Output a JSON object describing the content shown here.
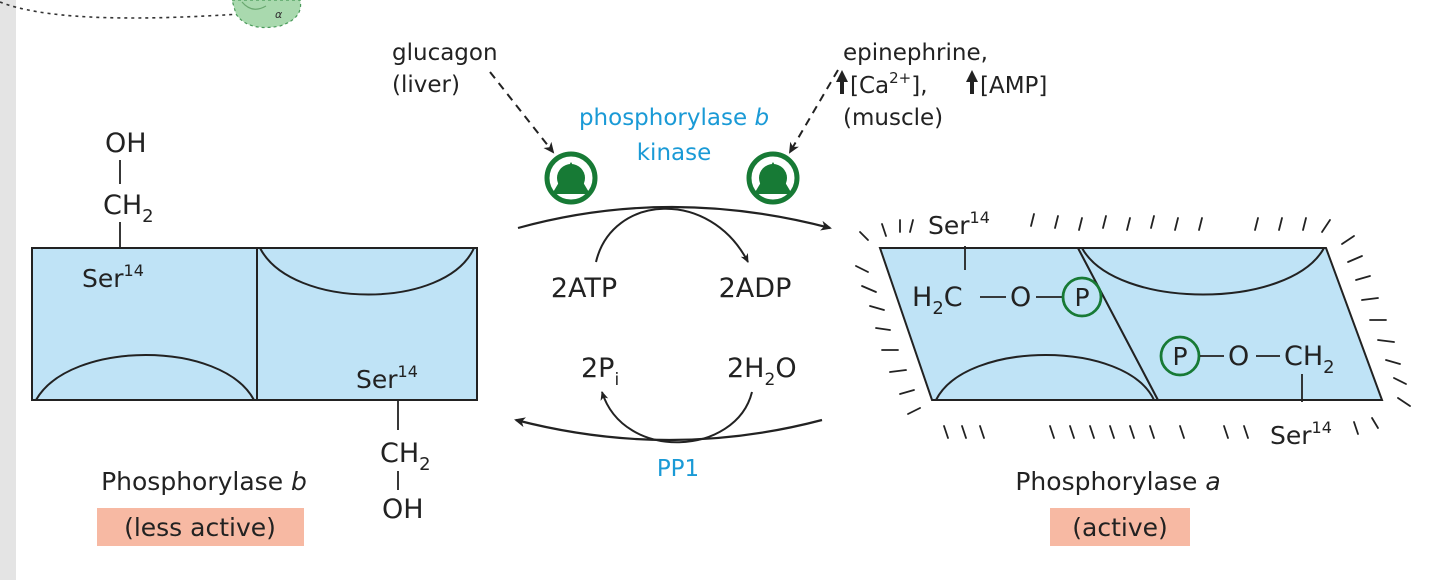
{
  "colors": {
    "subunit_fill": "#bfe3f6",
    "enzyme_label": "#1a9ad6",
    "kinase_green": "#177a35",
    "highlight": "#f7b9a3",
    "margin_strip": "#e4e4e4"
  },
  "activators": {
    "glucagon_line1": "glucagon",
    "glucagon_line2": "(liver)",
    "epi_line1": "epinephrine,",
    "epi_ca": "[Ca",
    "epi_ca_sup": "2+",
    "epi_ca_close": "],",
    "epi_amp": "[AMP]",
    "epi_line3": "(muscle)"
  },
  "kinase": {
    "name_line1": "phosphorylase",
    "name_italic": "b",
    "name_line2": "kinase"
  },
  "reactions": {
    "atp": "2ATP",
    "adp": "2ADP",
    "pi_main": "2P",
    "pi_sub": "i",
    "water_a": "2H",
    "water_sub": "2",
    "water_b": "O",
    "phosphatase": "PP1"
  },
  "left_enzyme": {
    "oh_top": "OH",
    "ch_top": "CH",
    "ch_top_sub": "2",
    "ser_top": "Ser",
    "ser_top_sup": "14",
    "ser_bottom": "Ser",
    "ser_bottom_sup": "14",
    "ch_bottom": "CH",
    "ch_bottom_sub": "2",
    "oh_bottom": "OH",
    "name": "Phosphorylase",
    "name_italic": "b",
    "activity": "(less active)"
  },
  "right_enzyme": {
    "ser_top": "Ser",
    "ser_top_sup": "14",
    "h2c_h": "H",
    "h2c_sub": "2",
    "h2c_c": "C",
    "o_top": "O",
    "p_top": "P",
    "p_bottom": "P",
    "o_bottom": "O",
    "ch_bottom": "CH",
    "ch_bottom_sub": "2",
    "ser_bottom": "Ser",
    "ser_bottom_sup": "14",
    "name": "Phosphorylase",
    "name_italic": "a",
    "activity": "(active)"
  },
  "corner_fragment": {
    "alpha": "α"
  }
}
